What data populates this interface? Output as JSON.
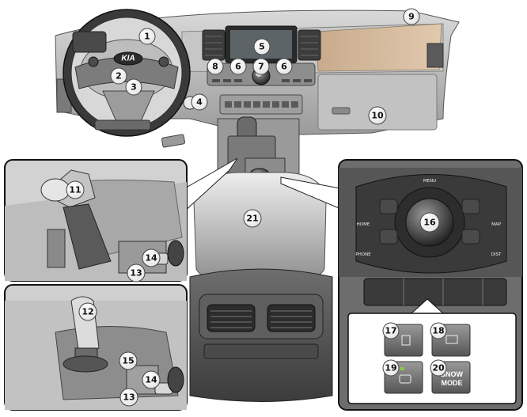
{
  "brand_logo": "KIA",
  "callouts": {
    "c1": "1",
    "c2": "2",
    "c3": "3",
    "c4": "4",
    "c5": "5",
    "c6a": "6",
    "c6b": "6",
    "c7": "7",
    "c8": "8",
    "c9": "9",
    "c10": "10",
    "c11": "11",
    "c12": "12",
    "c13a": "13",
    "c13b": "13",
    "c14a": "14",
    "c14b": "14",
    "c15": "15",
    "c16": "16",
    "c17": "17",
    "c18": "18",
    "c19": "19",
    "c20": "20",
    "c21": "21"
  },
  "controller_labels": {
    "menu": "MENU",
    "home": "HOME",
    "map": "MAP",
    "phone": "PHONE",
    "dist": "DIST"
  },
  "snow_mode": {
    "line1": "SNOW",
    "line2": "MODE"
  }
}
